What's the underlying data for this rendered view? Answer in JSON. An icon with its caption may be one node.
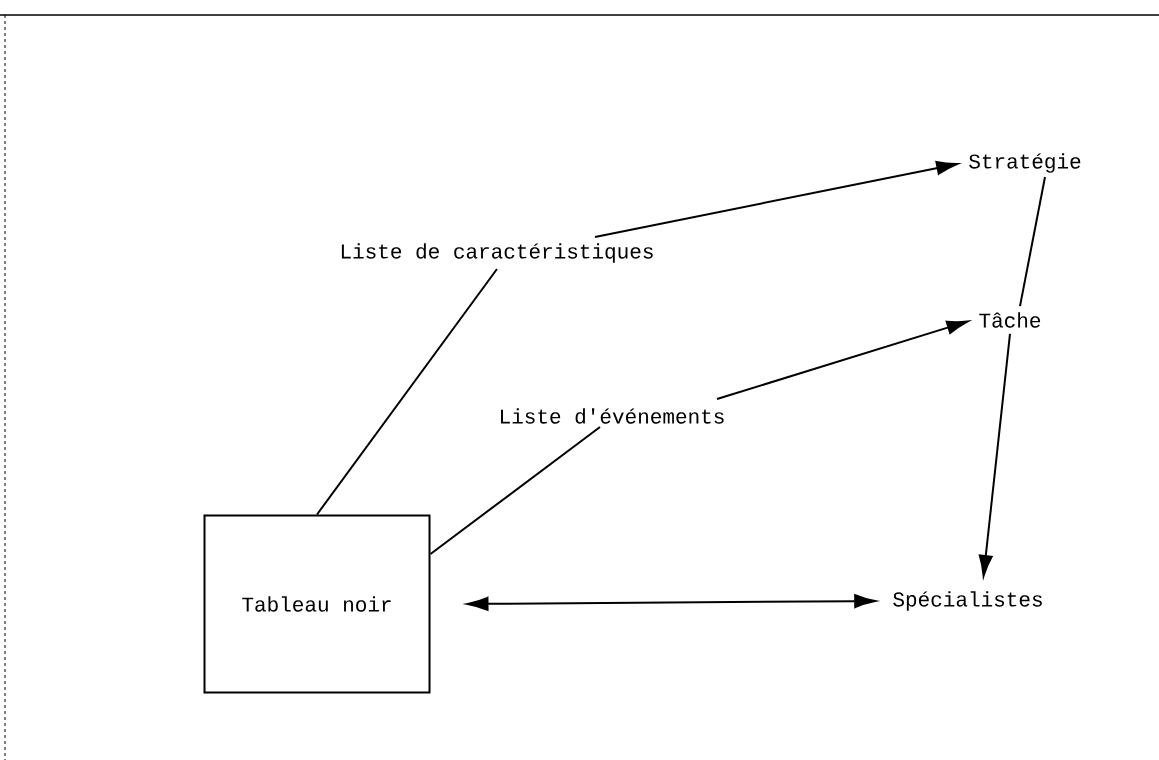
{
  "diagram": {
    "nodes": [
      {
        "text": [
          "Stratégie"
        ]
      },
      {
        "text": [
          "Liste de caractéristiques"
        ]
      },
      {
        "text": [
          "Tâche"
        ]
      },
      {
        "text": [
          "Liste d'événements"
        ]
      },
      {
        "text": [
          "Tableau noir"
        ]
      },
      {
        "text": [
          "Spécialistes"
        ]
      }
    ],
    "edges": [
      {
        "from": 4,
        "to": 1,
        "arrow": "none"
      },
      {
        "from": 1,
        "to": 0,
        "arrow": "to"
      },
      {
        "from": 4,
        "to": 3,
        "arrow": "none"
      },
      {
        "from": 3,
        "to": 2,
        "arrow": "to"
      },
      {
        "from": 0,
        "to": 2,
        "arrow": "none"
      },
      {
        "from": 2,
        "to": 5,
        "arrow": "to"
      },
      {
        "from": 4,
        "to": 5,
        "arrow": "both"
      }
    ]
  }
}
